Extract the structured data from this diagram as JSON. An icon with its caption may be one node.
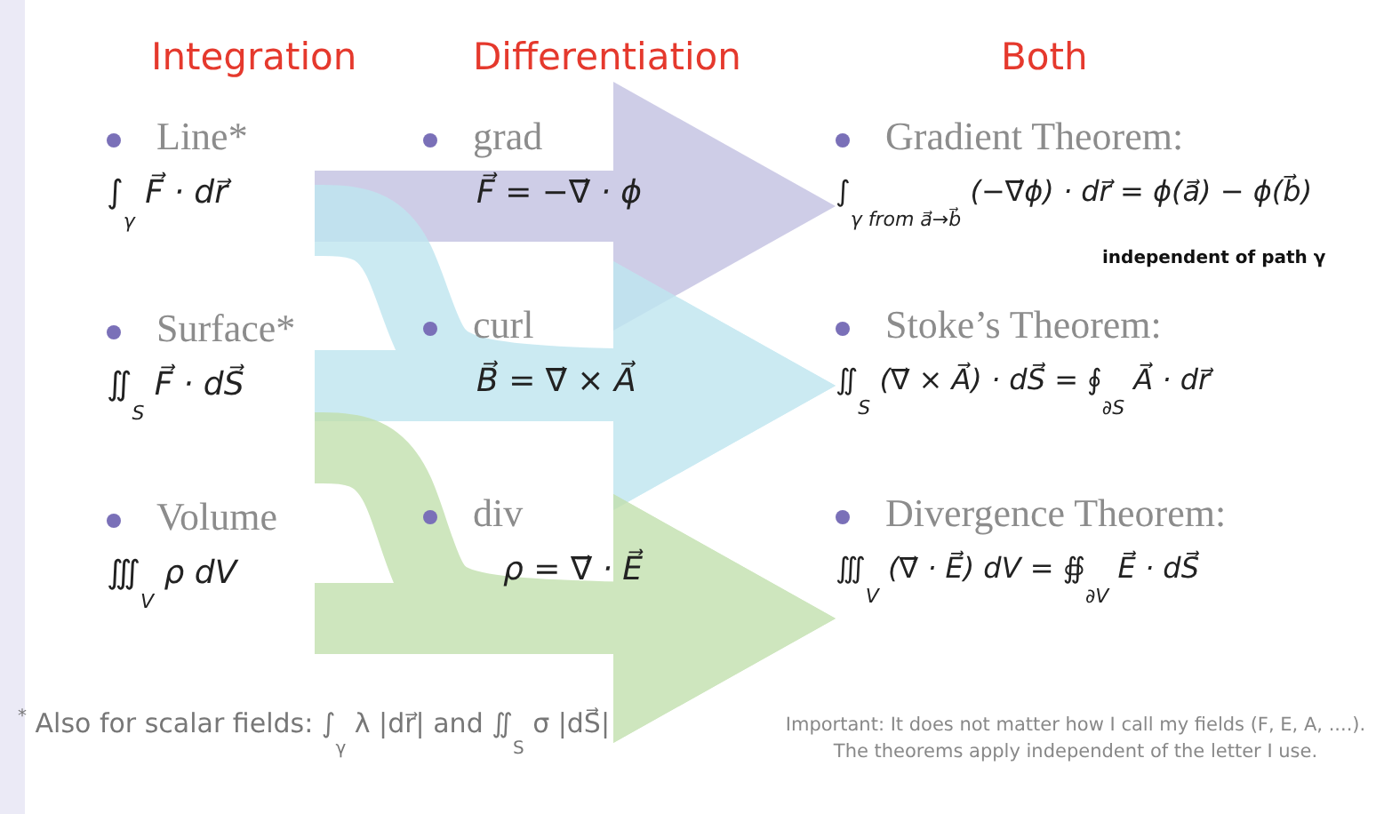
{
  "diagram": {
    "nodes": [
      {
        "text": [
          "Line*",
          "∫$_{γ}$ F⃗ · dr⃗"
        ]
      },
      {
        "text": [
          "Surface*",
          "∬$_{S}$ F⃗ · dS⃗"
        ]
      },
      {
        "text": [
          "Volume",
          "∭$_{V}$ ρ dV"
        ]
      },
      {
        "text": [
          "grad",
          "F⃗ = −∇⃗ · ϕ"
        ]
      },
      {
        "text": [
          "curl",
          "B⃗ = ∇⃗ × A⃗"
        ]
      },
      {
        "text": [
          "div",
          "ρ = ∇⃗ · E⃗"
        ]
      },
      {
        "text": [
          "Gradient Theorem:",
          "∫$_{γ from a⃗→b⃗}$ (−∇⃗ϕ) · dr⃗ = ϕ(a⃗) − ϕ(b⃗)"
        ]
      },
      {
        "text": [
          "Stoke’s Theorem:",
          "∬$_{S}$ (∇⃗ × A⃗) · dS⃗ = ∮$_{∂S}$ A⃗ · dr⃗"
        ]
      },
      {
        "text": [
          "Divergence Theorem:",
          "∭$_{V}$ (∇⃗ · E⃗) dV = ∯$_{∂V}$ E⃗ · dS⃗"
        ]
      }
    ],
    "edges": [
      {
        "from": 0,
        "to": 6,
        "arrow": "to",
        "color": "#c3c1e2"
      },
      {
        "from": 0,
        "to": 7,
        "arrow": "to",
        "color": "#bfe6f0"
      },
      {
        "from": 1,
        "to": 7,
        "arrow": "to",
        "color": "#bfe6f0"
      },
      {
        "from": 1,
        "to": 8,
        "arrow": "to",
        "color": "#c2e0ae"
      },
      {
        "from": 2,
        "to": 8,
        "arrow": "to",
        "color": "#c2e0ae"
      }
    ],
    "labels": [
      "Integration",
      "Differentiation",
      "Both",
      "independent of path γ",
      "$^{*}$ Also for scalar fields: ∫$_{γ}$ λ |dr⃗|  and ∬$_{S}$ σ |dS⃗|",
      "Important: It does not matter how I call my fields (F, E, A, ....). The theorems apply independent of the letter I use."
    ]
  }
}
